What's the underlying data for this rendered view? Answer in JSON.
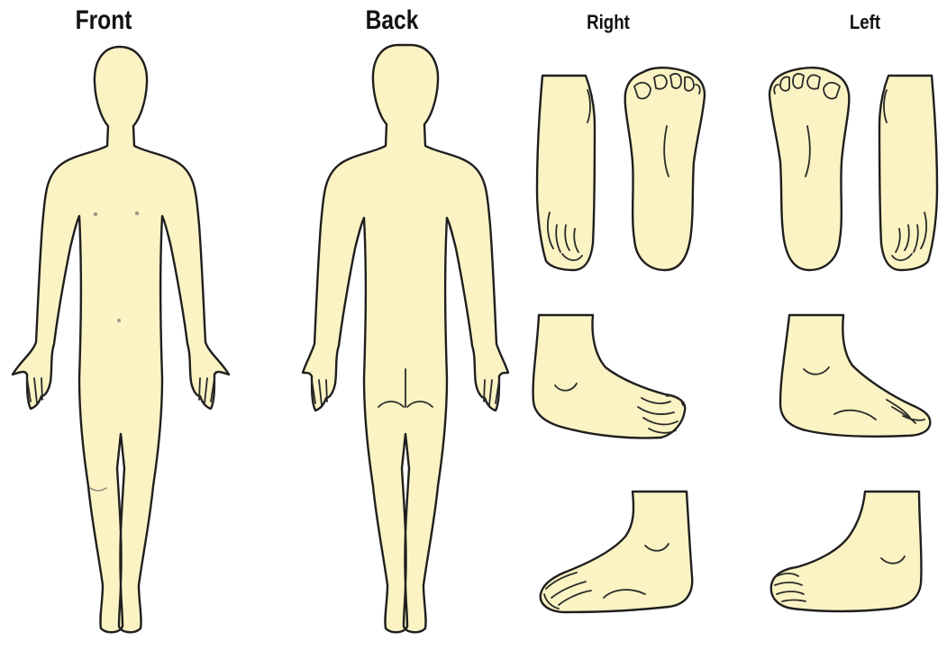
{
  "labels": {
    "front": "Front",
    "back": "Back",
    "right": "Right",
    "left": "Left"
  },
  "colors": {
    "skin": "#fbf3c3",
    "outline": "#1f1f1f",
    "background": "#ffffff"
  }
}
